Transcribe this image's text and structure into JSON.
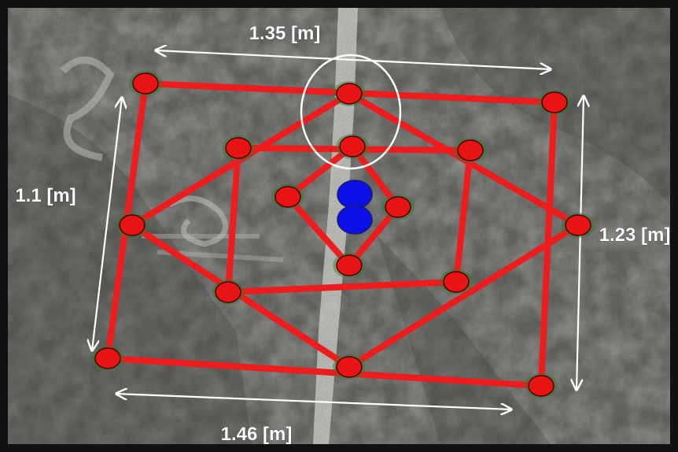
{
  "figure": {
    "labels": {
      "top_width": "1.35 [m]",
      "bottom_width": "1.46 [m]",
      "left_height": "1.1 [m]",
      "right_height": "1.23 [m]"
    },
    "colors": {
      "frame_lines": "#ee1c1c",
      "points": "#e81414",
      "markers": "#0a10e6",
      "arrows": "#ffffff",
      "highlight_circle": "#ffffff",
      "border": "#111111",
      "wall": "#6a6a66"
    }
  }
}
